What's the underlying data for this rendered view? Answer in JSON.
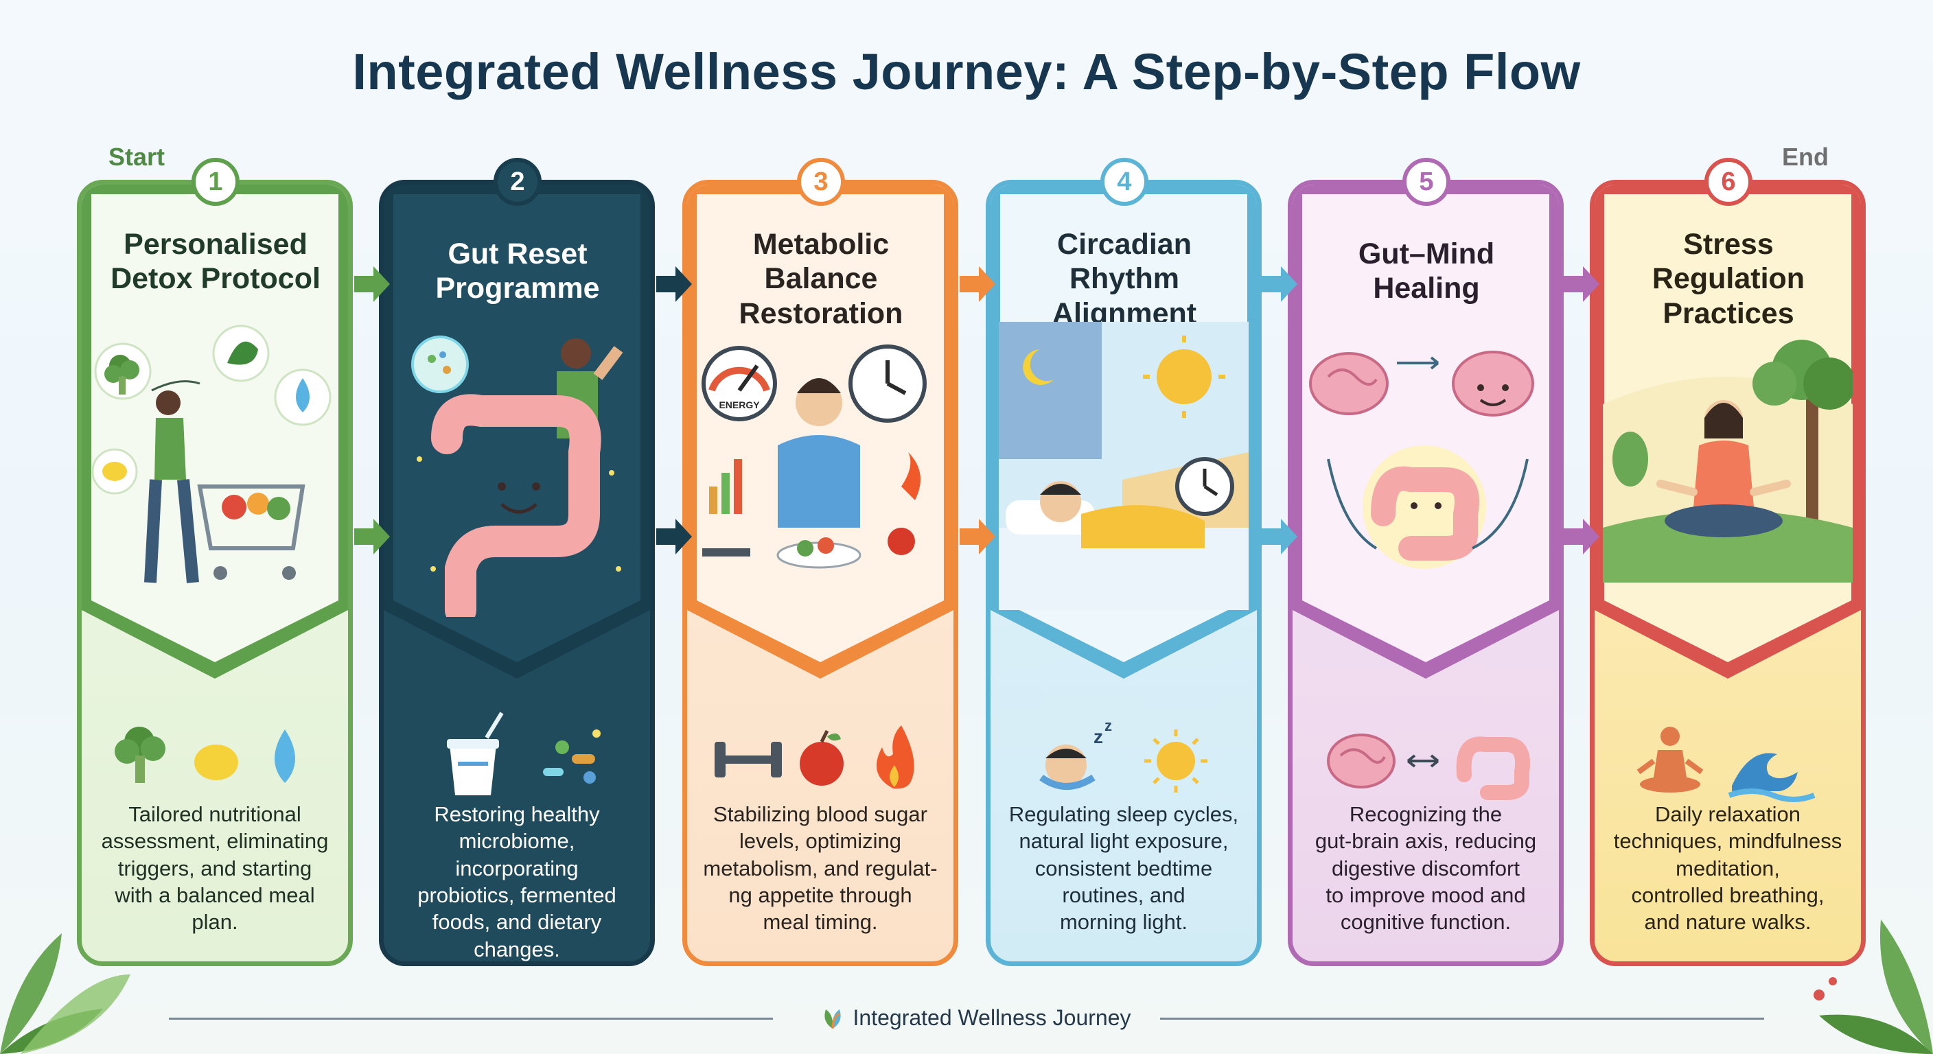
{
  "title": "Integrated Wellness Journey: A Step-by-Step Flow",
  "start_label": "Start",
  "end_label": "End",
  "footer": {
    "text": "Integrated Wellness Journey",
    "icon": "leaf-logo-icon"
  },
  "colors": {
    "green": "#5fa04c",
    "navy": "#1f4b5c",
    "orange": "#f08a3c",
    "blue": "#5bb3d6",
    "purple": "#b06ab3",
    "red": "#d9534f",
    "yellow": "#f2c45a",
    "title": "#17364f"
  },
  "steps": [
    {
      "number": "1",
      "title_lines": [
        "Personalised",
        "Detox Protocol"
      ],
      "description_lines": [
        "Tailored nutritional",
        "assessment, eliminating",
        "triggers, and starting",
        "with a balanced meal",
        "plan."
      ],
      "icons": [
        "broccoli-icon",
        "lemon-icon",
        "water-drop-icon"
      ]
    },
    {
      "number": "2",
      "title_lines": [
        "Gut Reset",
        "Programme"
      ],
      "description_lines": [
        "Restoring healthy",
        "microbiome,",
        "incorporating",
        "probiotics, fermented",
        "foods, and dietary",
        "changes."
      ],
      "icons": [
        "yogurt-cup-icon",
        "probiotic-bacteria-icon"
      ]
    },
    {
      "number": "3",
      "title_lines": [
        "Metabolic",
        "Balance",
        "Restoration"
      ],
      "description_lines": [
        "Stabilizing blood sugar",
        "levels, optimizing",
        "metabolism, and regulat-",
        "ng appetite through",
        "meal timing."
      ],
      "icons": [
        "dumbbell-icon",
        "apple-icon",
        "flame-icon"
      ],
      "gauge_label": "ENERGY"
    },
    {
      "number": "4",
      "title_lines": [
        "Circadian",
        "Rhythm",
        "Alignment"
      ],
      "description_lines": [
        "Regulating sleep cycles,",
        "natural light exposure,",
        "consistent bedtime",
        "routines, and",
        "morning light."
      ],
      "icons": [
        "sleeping-face-icon",
        "sun-icon"
      ]
    },
    {
      "number": "5",
      "title_lines": [
        "Gut–Mind",
        "Healing"
      ],
      "description_lines": [
        "Recognizing the",
        "gut-brain axis, reducing",
        "digestive discomfort",
        "to improve mood and",
        "cognitive function."
      ],
      "icons": [
        "brain-icon",
        "bidirectional-arrow-icon",
        "gut-icon"
      ]
    },
    {
      "number": "6",
      "title_lines": [
        "Stress",
        "Regulation",
        "Practices"
      ],
      "description_lines": [
        "Daily relaxation",
        "techniques, mindfulness",
        "meditation,",
        "controlled breathing,",
        "and nature walks."
      ],
      "icons": [
        "meditation-icon",
        "wave-icon"
      ]
    }
  ]
}
